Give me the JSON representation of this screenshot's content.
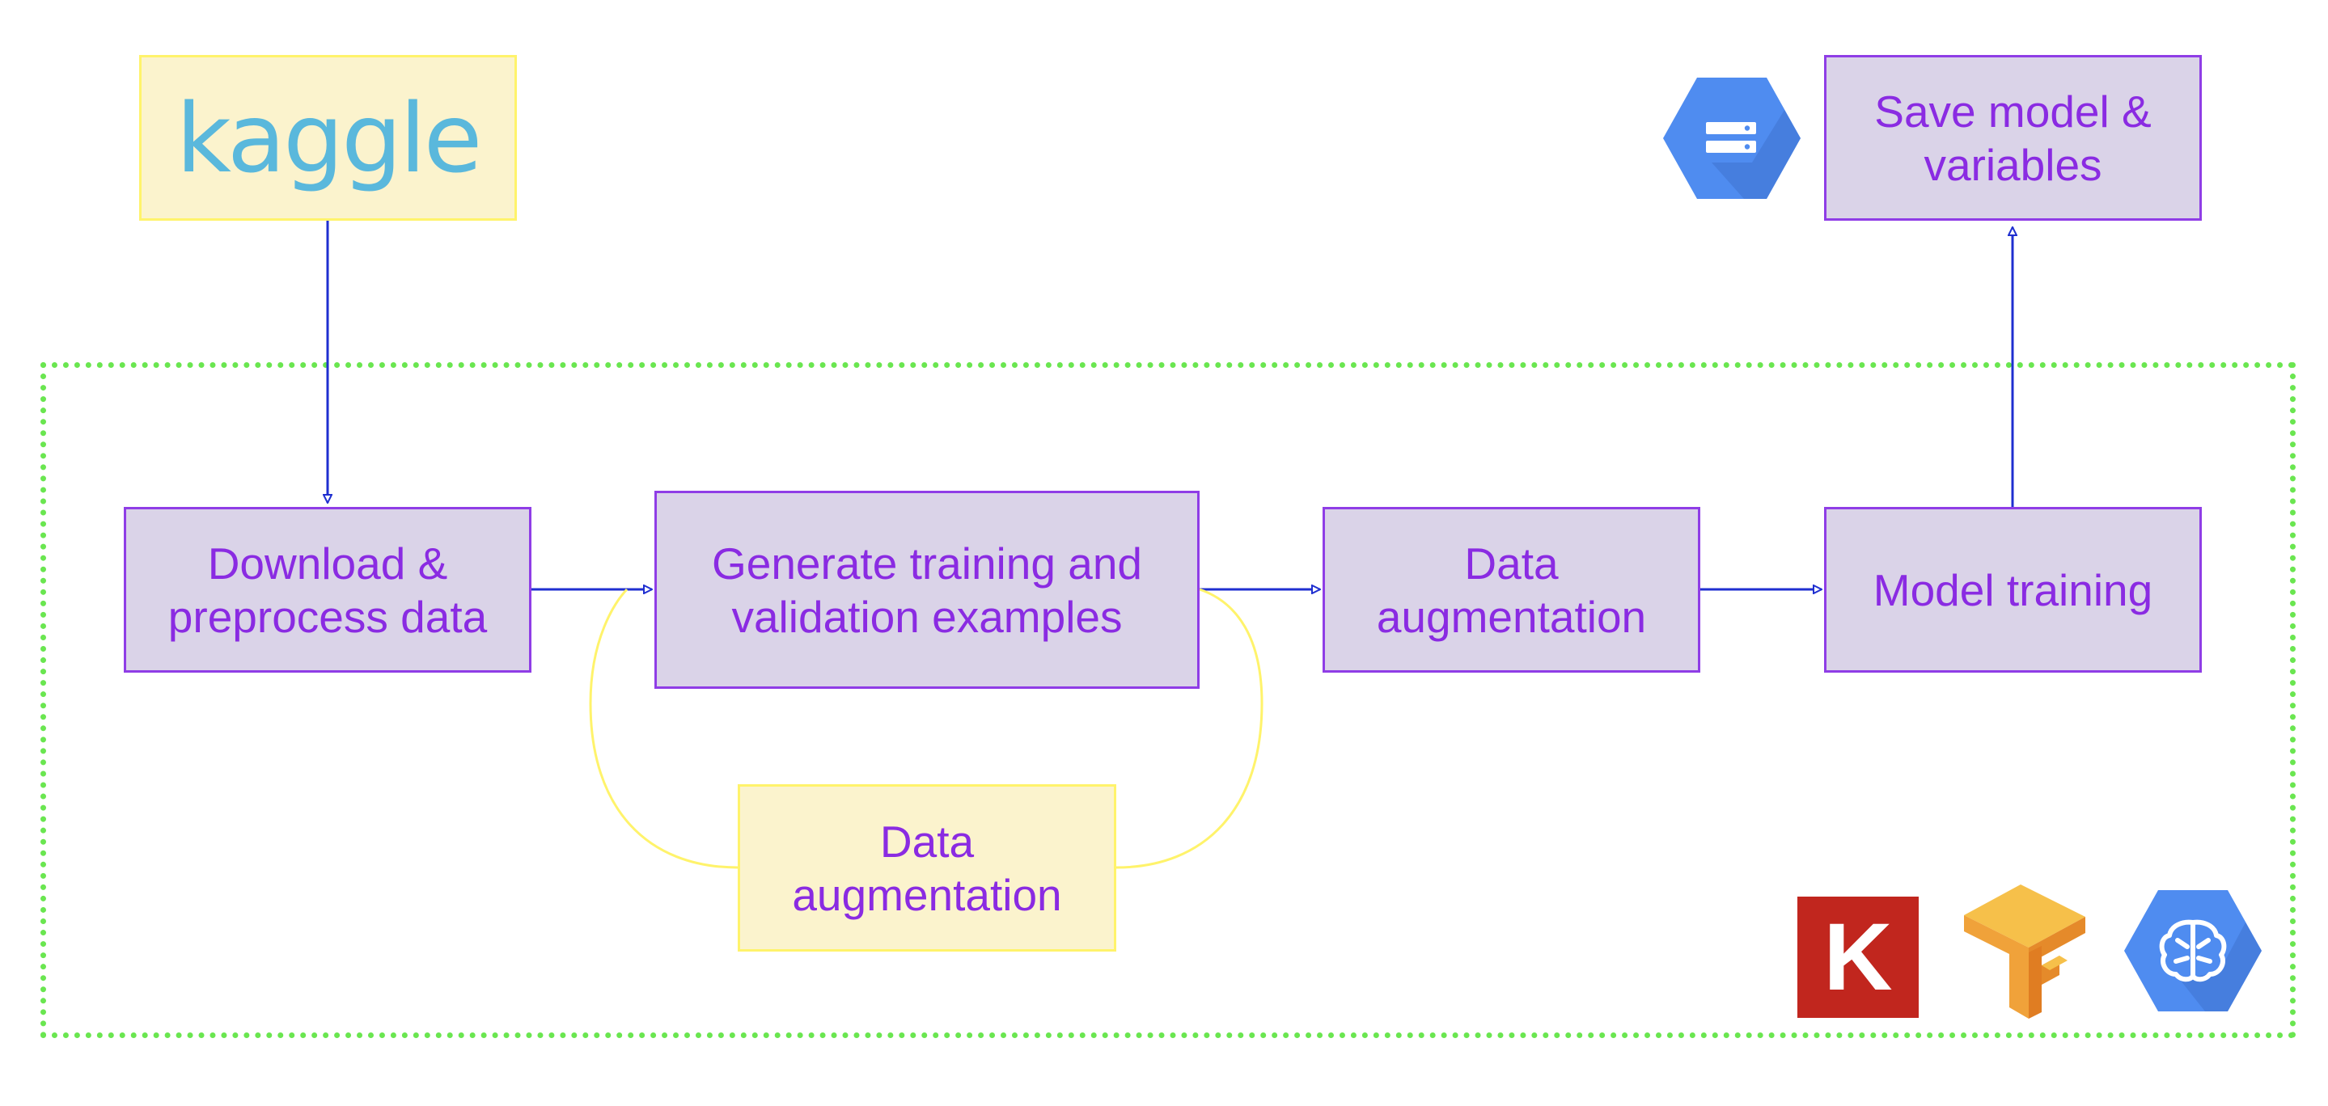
{
  "colors": {
    "box_fill": "#dad3e8",
    "box_border": "#8f3de6",
    "text": "#8a2be2",
    "note_fill": "#fbf3cd",
    "note_border": "#fff36b",
    "arrow": "#1f2fd0",
    "loop_curve": "#fff36b",
    "frame_dots": "#6ae650",
    "kaggle_text": "#5ab8dc",
    "gcp_blue": "#4f8cf0",
    "keras_red": "#c1261e",
    "tensorflow_orange": "#f2a030"
  },
  "source": {
    "logo_text": "kaggle"
  },
  "steps": {
    "download": "Download &\npreprocess data",
    "generate": "Generate training and\nvalidation examples",
    "augment": "Data\naugmentation",
    "train": "Model training",
    "save": "Save model &\nvariables"
  },
  "loop_note": {
    "label": "Data\naugmentation"
  },
  "icons": {
    "storage": "google-cloud-storage-icon",
    "keras": "keras-logo",
    "keras_letter": "K",
    "tensorflow": "tensorflow-logo",
    "ml_engine": "cloud-ml-engine-icon"
  }
}
